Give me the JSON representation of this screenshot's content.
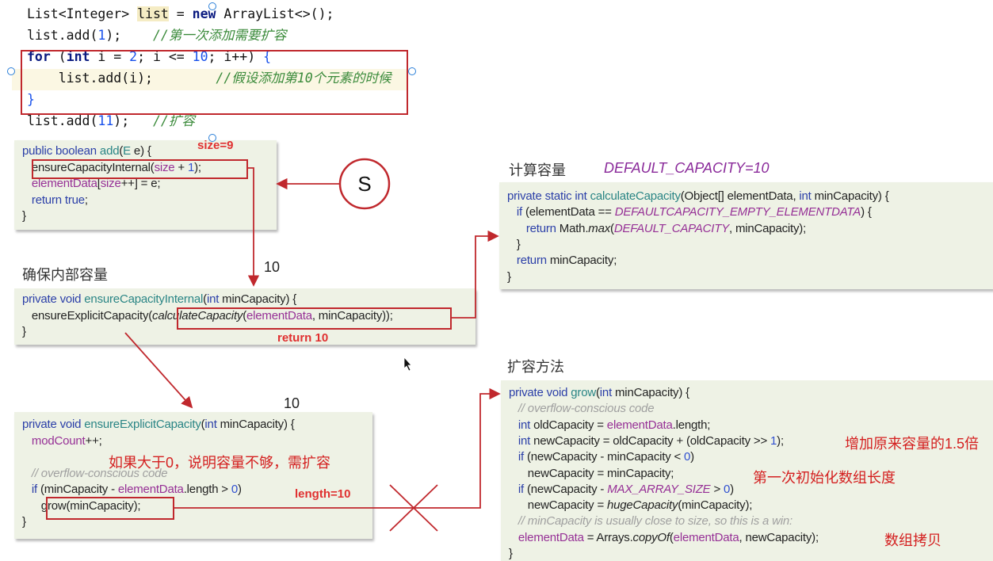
{
  "ide_code": [
    [
      {
        "t": "List<Integer> "
      },
      {
        "t": "list",
        "c": "hl"
      },
      {
        "t": " = "
      },
      {
        "t": "new",
        "c": "k"
      },
      {
        "t": " ArrayList<>();"
      }
    ],
    [
      {
        "t": "list.add("
      },
      {
        "t": "1",
        "c": "n"
      },
      {
        "t": ");    "
      },
      {
        "t": "//第一次添加需要扩容",
        "c": "c"
      }
    ],
    [
      {
        "t": "for",
        "c": "k"
      },
      {
        "t": " ("
      },
      {
        "t": "int",
        "c": "k"
      },
      {
        "t": " i = "
      },
      {
        "t": "2",
        "c": "n"
      },
      {
        "t": "; i <= "
      },
      {
        "t": "10",
        "c": "n"
      },
      {
        "t": "; i++) "
      },
      {
        "t": "{",
        "c": "n"
      }
    ],
    [
      {
        "t": "    list.add(i);        "
      },
      {
        "t": "//假设添加第10个元素的时候",
        "c": "c"
      }
    ],
    [
      {
        "t": "}",
        "c": "n"
      }
    ],
    [
      {
        "t": "list.add("
      },
      {
        "t": "11",
        "c": "n"
      },
      {
        "t": ");   "
      },
      {
        "t": "//扩容",
        "c": "c"
      }
    ]
  ],
  "add_method": [
    [
      {
        "t": "public boolean ",
        "c": "k"
      },
      {
        "t": "add",
        "c": "m"
      },
      {
        "t": "("
      },
      {
        "t": "E",
        "c": "m"
      },
      {
        "t": " e) {"
      }
    ],
    [
      {
        "t": "   ensureCapacityInternal("
      },
      {
        "t": "size",
        "c": "p"
      },
      {
        "t": " + "
      },
      {
        "t": "1",
        "c": "n"
      },
      {
        "t": ");"
      }
    ],
    [
      {
        "t": "   "
      },
      {
        "t": "elementData",
        "c": "p"
      },
      {
        "t": "["
      },
      {
        "t": "size",
        "c": "p"
      },
      {
        "t": "++] = e;"
      }
    ],
    [
      {
        "t": "   "
      },
      {
        "t": "return true",
        "c": "k"
      },
      {
        "t": ";"
      }
    ],
    [
      {
        "t": "}"
      }
    ]
  ],
  "ensure_internal": [
    [
      {
        "t": "private void ",
        "c": "k"
      },
      {
        "t": "ensureCapacityInternal",
        "c": "m"
      },
      {
        "t": "("
      },
      {
        "t": "int",
        "c": "k"
      },
      {
        "t": " minCapacity) {"
      }
    ],
    [
      {
        "t": "   ensureExplicitCapacity("
      },
      {
        "t": "calculateCapacity",
        "c": "i"
      },
      {
        "t": "("
      },
      {
        "t": "elementData",
        "c": "p"
      },
      {
        "t": ", minCapacity));"
      }
    ],
    [
      {
        "t": "}"
      }
    ]
  ],
  "ensure_explicit": [
    [
      {
        "t": "private void ",
        "c": "k"
      },
      {
        "t": "ensureExplicitCapacity",
        "c": "m"
      },
      {
        "t": "("
      },
      {
        "t": "int",
        "c": "k"
      },
      {
        "t": " minCapacity) {"
      }
    ],
    [
      {
        "t": "   "
      },
      {
        "t": "modCount",
        "c": "p"
      },
      {
        "t": "++;"
      }
    ],
    [
      {
        "t": ""
      }
    ],
    [
      {
        "t": "   "
      },
      {
        "t": "// overflow-conscious code",
        "c": "c"
      }
    ],
    [
      {
        "t": "   "
      },
      {
        "t": "if",
        "c": "k"
      },
      {
        "t": " (minCapacity - "
      },
      {
        "t": "elementData",
        "c": "p"
      },
      {
        "t": ".length > "
      },
      {
        "t": "0",
        "c": "n"
      },
      {
        "t": ")"
      }
    ],
    [
      {
        "t": "      grow(minCapacity);"
      }
    ],
    [
      {
        "t": "}"
      }
    ]
  ],
  "calculate": [
    [
      {
        "t": "private static int ",
        "c": "k"
      },
      {
        "t": "calculateCapacity",
        "c": "m"
      },
      {
        "t": "(Object[] elementData, "
      },
      {
        "t": "int",
        "c": "k"
      },
      {
        "t": " minCapacity) {"
      }
    ],
    [
      {
        "t": "   "
      },
      {
        "t": "if",
        "c": "k"
      },
      {
        "t": " (elementData == "
      },
      {
        "t": "DEFAULTCAPACITY_EMPTY_ELEMENTDATA",
        "c": "ip"
      },
      {
        "t": ") {"
      }
    ],
    [
      {
        "t": "      "
      },
      {
        "t": "return",
        "c": "k"
      },
      {
        "t": " Math."
      },
      {
        "t": "max",
        "c": "i"
      },
      {
        "t": "("
      },
      {
        "t": "DEFAULT_CAPACITY",
        "c": "ip"
      },
      {
        "t": ", minCapacity);"
      }
    ],
    [
      {
        "t": "   }"
      }
    ],
    [
      {
        "t": "   "
      },
      {
        "t": "return",
        "c": "k"
      },
      {
        "t": " minCapacity;"
      }
    ],
    [
      {
        "t": "}"
      }
    ]
  ],
  "grow": [
    [
      {
        "t": "private void ",
        "c": "k"
      },
      {
        "t": "grow",
        "c": "m"
      },
      {
        "t": "("
      },
      {
        "t": "int",
        "c": "k"
      },
      {
        "t": " minCapacity) {"
      }
    ],
    [
      {
        "t": "   "
      },
      {
        "t": "// overflow-conscious code",
        "c": "c"
      }
    ],
    [
      {
        "t": "   "
      },
      {
        "t": "int",
        "c": "k"
      },
      {
        "t": " oldCapacity = "
      },
      {
        "t": "elementData",
        "c": "p"
      },
      {
        "t": ".length;"
      }
    ],
    [
      {
        "t": "   "
      },
      {
        "t": "int",
        "c": "k"
      },
      {
        "t": " newCapacity = oldCapacity + (oldCapacity >> "
      },
      {
        "t": "1",
        "c": "n"
      },
      {
        "t": ");"
      }
    ],
    [
      {
        "t": "   "
      },
      {
        "t": "if",
        "c": "k"
      },
      {
        "t": " (newCapacity - minCapacity < "
      },
      {
        "t": "0",
        "c": "n"
      },
      {
        "t": ")"
      }
    ],
    [
      {
        "t": "      newCapacity = minCapacity;"
      }
    ],
    [
      {
        "t": "   "
      },
      {
        "t": "if",
        "c": "k"
      },
      {
        "t": " (newCapacity - "
      },
      {
        "t": "MAX_ARRAY_SIZE",
        "c": "ip"
      },
      {
        "t": " > "
      },
      {
        "t": "0",
        "c": "n"
      },
      {
        "t": ")"
      }
    ],
    [
      {
        "t": "      newCapacity = "
      },
      {
        "t": "hugeCapacity",
        "c": "i"
      },
      {
        "t": "(minCapacity);"
      }
    ],
    [
      {
        "t": "   "
      },
      {
        "t": "// minCapacity is usually close to size, so this is a win:",
        "c": "c"
      }
    ],
    [
      {
        "t": "   "
      },
      {
        "t": "elementData",
        "c": "p"
      },
      {
        "t": " = Arrays."
      },
      {
        "t": "copyOf",
        "c": "i"
      },
      {
        "t": "("
      },
      {
        "t": "elementData",
        "c": "p"
      },
      {
        "t": ", newCapacity);"
      }
    ],
    [
      {
        "t": "}"
      }
    ]
  ],
  "labels": {
    "size_note": "size=9",
    "s_circle": "S",
    "ensure_internal_heading": "确保内部容量",
    "arrow_value_1": "10",
    "return_note": "return 10",
    "arrow_value_2": "10",
    "explicit_note": "如果大于0，说明容量不够，需扩容",
    "length_note": "length=10",
    "calculate_heading": "计算容量",
    "default_capacity": "DEFAULT_CAPACITY=10",
    "grow_heading": "扩容方法",
    "grow_note_1": "增加原来容量的1.5倍",
    "grow_note_2": "第一次初始化数组长度",
    "grow_note_3": "数组拷贝"
  },
  "colors": {
    "arrow": "#c0282d",
    "box_bg": "#eef2e5",
    "keyword": "#2b3fa8",
    "field": "#963096"
  }
}
